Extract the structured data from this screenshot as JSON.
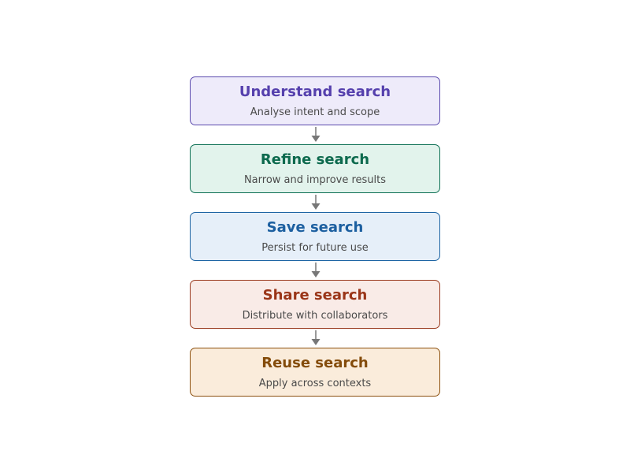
{
  "diagram": {
    "connector_color": "#777777",
    "steps": [
      {
        "title": "Understand search",
        "description": "Analyse intent and scope",
        "border_color": "#5b4aad",
        "fill_color": "#eeebfa",
        "title_color": "#5540ad"
      },
      {
        "title": "Refine search",
        "description": "Narrow and improve results",
        "border_color": "#0d7054",
        "fill_color": "#e2f3ec",
        "title_color": "#0d6a4e"
      },
      {
        "title": "Save search",
        "description": "Persist for future use",
        "border_color": "#1d64a3",
        "fill_color": "#e6eff9",
        "title_color": "#1c5fa0"
      },
      {
        "title": "Share search",
        "description": "Distribute with collaborators",
        "border_color": "#9a3a1e",
        "fill_color": "#f9ebe7",
        "title_color": "#9a3518"
      },
      {
        "title": "Reuse search",
        "description": "Apply across contexts",
        "border_color": "#8c500e",
        "fill_color": "#faecdb",
        "title_color": "#844c0b"
      }
    ]
  }
}
